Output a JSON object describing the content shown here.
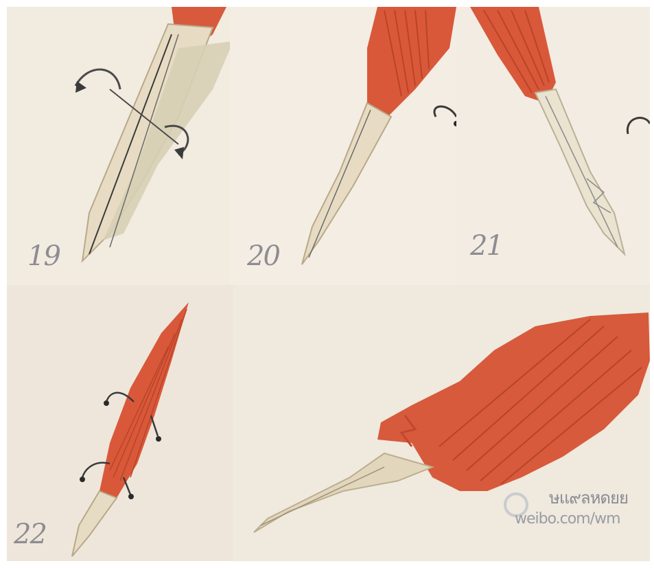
{
  "steps": [
    {
      "number": "19"
    },
    {
      "number": "20"
    },
    {
      "number": "21"
    },
    {
      "number": "22"
    }
  ],
  "watermark": {
    "line1": "ษแ๙ลหดยย",
    "line2": "weibo.com/wm"
  },
  "colors": {
    "paper_orange": "#d9583a",
    "paper_light": "#e6dcc4",
    "background": "#efe8dc",
    "step_number": "#8e8c92"
  }
}
